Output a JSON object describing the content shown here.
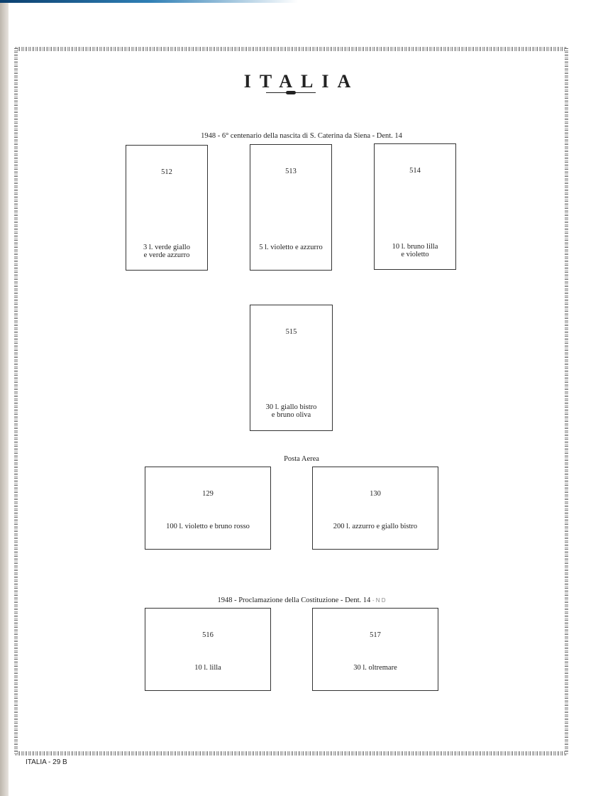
{
  "title": "ITALIA",
  "sections": [
    {
      "caption": "1948 - 6° centenario della nascita di S. Caterina da Siena - Dent. 14",
      "stamps": [
        {
          "number": "512",
          "desc1": "3 l. verde giallo",
          "desc2": "e verde azzurro"
        },
        {
          "number": "513",
          "desc1": "5 l. violetto e azzurro",
          "desc2": ""
        },
        {
          "number": "514",
          "desc1": "10 l. bruno lilla",
          "desc2": "e violetto"
        },
        {
          "number": "515",
          "desc1": "30 l. giallo bistro",
          "desc2": "e bruno oliva"
        }
      ]
    },
    {
      "caption": "Posta Aerea",
      "stamps": [
        {
          "number": "129",
          "desc1": "100 l. violetto e bruno rosso"
        },
        {
          "number": "130",
          "desc1": "200 l. azzurro e giallo bistro"
        }
      ]
    },
    {
      "caption": "1948 - Proclamazione della Costituzione - Dent. 14",
      "note": "- N D",
      "stamps": [
        {
          "number": "516",
          "desc1": "10 l. lilla"
        },
        {
          "number": "517",
          "desc1": "30 l. oltremare"
        }
      ]
    }
  ],
  "footer": "ITALIA  -  29 B"
}
